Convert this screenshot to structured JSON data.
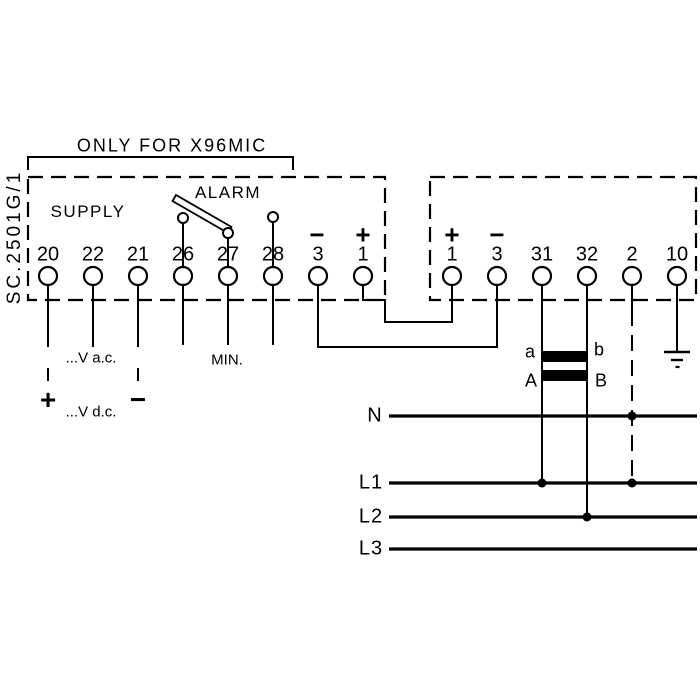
{
  "note": {
    "text": "ONLY FOR X96MIC"
  },
  "device": {
    "code": "SC.2501G/1"
  },
  "labels": {
    "supply": "SUPPLY",
    "alarm": "ALARM",
    "min": "MIN.",
    "vac": "...V a.c.",
    "vdc": "...V d.c."
  },
  "polarity": {
    "dc_plus": "+",
    "dc_minus": "−",
    "out_minus": "−",
    "out_plus": "+",
    "in_plus": "+",
    "in_minus": "−"
  },
  "terminals": [
    {
      "label": "20"
    },
    {
      "label": "22"
    },
    {
      "label": "21"
    },
    {
      "label": "26"
    },
    {
      "label": "27"
    },
    {
      "label": "28"
    },
    {
      "label": "3"
    },
    {
      "label": "1"
    },
    {
      "label": "1"
    },
    {
      "label": "3"
    },
    {
      "label": "31"
    },
    {
      "label": "32"
    },
    {
      "label": "2"
    },
    {
      "label": "10"
    }
  ],
  "transformer": {
    "a": "a",
    "b": "b",
    "A": "A",
    "B": "B"
  },
  "power_lines": [
    {
      "label": "N"
    },
    {
      "label": "L1"
    },
    {
      "label": "L2"
    },
    {
      "label": "L3"
    }
  ],
  "colors": {
    "ink": "#000000",
    "background": "#ffffff"
  }
}
